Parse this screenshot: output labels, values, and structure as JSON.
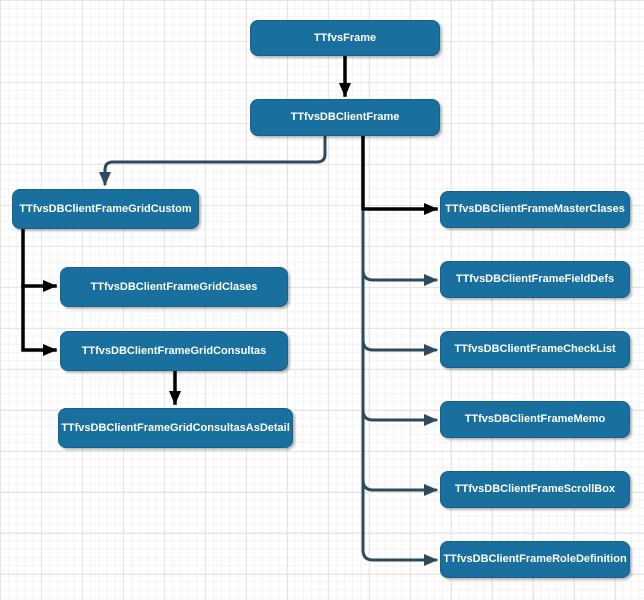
{
  "diagram": {
    "kind": "class-hierarchy-flowchart",
    "colors": {
      "node_fill": "#196f9e",
      "node_border": "#15618c",
      "node_text": "#ffffff",
      "edge_black": "#000000",
      "edge_slate": "#2e4a5e",
      "grid_minor": "#f4f2f2",
      "grid_major": "#e7e5e5",
      "background": "#ffffff"
    },
    "nodes": [
      {
        "id": "frame",
        "label": "TTfvsFrame"
      },
      {
        "id": "dbclientframe",
        "label": "TTfvsDBClientFrame"
      },
      {
        "id": "gridcustom",
        "label": "TTfvsDBClientFrameGridCustom"
      },
      {
        "id": "gridclases",
        "label": "TTfvsDBClientFrameGridClases"
      },
      {
        "id": "gridconsultas",
        "label": "TTfvsDBClientFrameGridConsultas"
      },
      {
        "id": "gridconsultasasdetail",
        "label": "TTfvsDBClientFrameGridConsultasAsDetail"
      },
      {
        "id": "masterclases",
        "label": "TTfvsDBClientFrameMasterClases"
      },
      {
        "id": "fielddefs",
        "label": "TTfvsDBClientFrameFieldDefs"
      },
      {
        "id": "checklist",
        "label": "TTfvsDBClientFrameCheckList"
      },
      {
        "id": "memo",
        "label": "TTfvsDBClientFrameMemo"
      },
      {
        "id": "scrollbox",
        "label": "TTfvsDBClientFrameScrollBox"
      },
      {
        "id": "roledefinition",
        "label": "TTfvsDBClientFrameRoleDefinition"
      }
    ],
    "edges": [
      {
        "from": "TTfvsFrame",
        "to": "TTfvsDBClientFrame",
        "color": "black"
      },
      {
        "from": "TTfvsDBClientFrame",
        "to": "TTfvsDBClientFrameGridCustom",
        "color": "slate"
      },
      {
        "from": "TTfvsDBClientFrame",
        "to": "TTfvsDBClientFrameMasterClases",
        "color": "black"
      },
      {
        "from": "TTfvsDBClientFrame",
        "to": "TTfvsDBClientFrameFieldDefs",
        "color": "slate"
      },
      {
        "from": "TTfvsDBClientFrame",
        "to": "TTfvsDBClientFrameCheckList",
        "color": "slate"
      },
      {
        "from": "TTfvsDBClientFrame",
        "to": "TTfvsDBClientFrameMemo",
        "color": "slate"
      },
      {
        "from": "TTfvsDBClientFrame",
        "to": "TTfvsDBClientFrameScrollBox",
        "color": "slate"
      },
      {
        "from": "TTfvsDBClientFrame",
        "to": "TTfvsDBClientFrameRoleDefinition",
        "color": "slate"
      },
      {
        "from": "TTfvsDBClientFrameGridCustom",
        "to": "TTfvsDBClientFrameGridClases",
        "color": "black"
      },
      {
        "from": "TTfvsDBClientFrameGridCustom",
        "to": "TTfvsDBClientFrameGridConsultas",
        "color": "black"
      },
      {
        "from": "TTfvsDBClientFrameGridConsultas",
        "to": "TTfvsDBClientFrameGridConsultasAsDetail",
        "color": "black"
      }
    ]
  }
}
